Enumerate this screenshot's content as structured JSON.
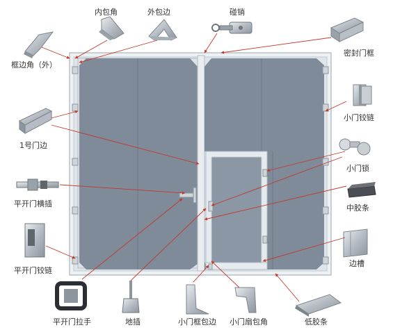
{
  "labels": {
    "frame_corner_outer": "框边角（外）",
    "inner_corner": "内包角",
    "outer_edge": "外包边",
    "bolt": "碰销",
    "seal_frame": "密封门框",
    "small_hinge": "小门铰链",
    "door_edge_1": "1号门边",
    "small_lock": "小门锁",
    "cross_bolt": "平开门横插",
    "mid_rubber": "中胶条",
    "swing_hinge": "平开门铰链",
    "side_groove": "边槽",
    "swing_handle": "平开门拉手",
    "ground_bolt": "地插",
    "small_frame_edge": "小门框包边",
    "small_door_corner": "小门扇包角",
    "bottom_rubber": "低胶条"
  },
  "colors": {
    "panel": "#7e8a98",
    "frame": "#e6ebef",
    "frame_edge": "#b7c0c8",
    "arrow": "#c0392b",
    "part_metal": "#b9c0c6",
    "part_dark": "#4a4d52"
  }
}
